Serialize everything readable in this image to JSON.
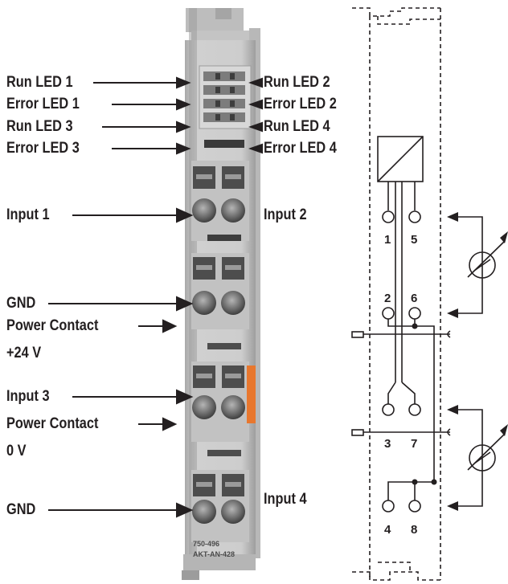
{
  "module": {
    "product_code": "750-496",
    "part_number": "AKT-AN-428"
  },
  "labels_left": {
    "run_led_1": "Run LED 1",
    "error_led_1": "Error LED 1",
    "run_led_3": "Run LED 3",
    "error_led_3": "Error LED 3",
    "input_1": "Input 1",
    "gnd_1": "GND",
    "power_contact_24v_line1": "Power Contact",
    "power_contact_24v_line2": "+24 V",
    "input_3": "Input 3",
    "power_contact_0v_line1": "Power Contact",
    "power_contact_0v_line2": "0 V",
    "gnd_2": "GND"
  },
  "labels_right": {
    "run_led_2": "Run LED 2",
    "error_led_2": "Error LED 2",
    "run_led_4": "Run LED 4",
    "error_led_4": "Error LED 4",
    "input_2": "Input 2",
    "input_4": "Input 4"
  },
  "schematic": {
    "terminals": [
      "1",
      "5",
      "2",
      "6",
      "3",
      "7",
      "4",
      "8"
    ],
    "converter_icon": "ad-converter-icon",
    "sensor_icon": "current-source-icon"
  },
  "colors": {
    "module_body": "#c9c9c9",
    "accent_orange": "#e8772e",
    "label_text": "#231f20"
  }
}
